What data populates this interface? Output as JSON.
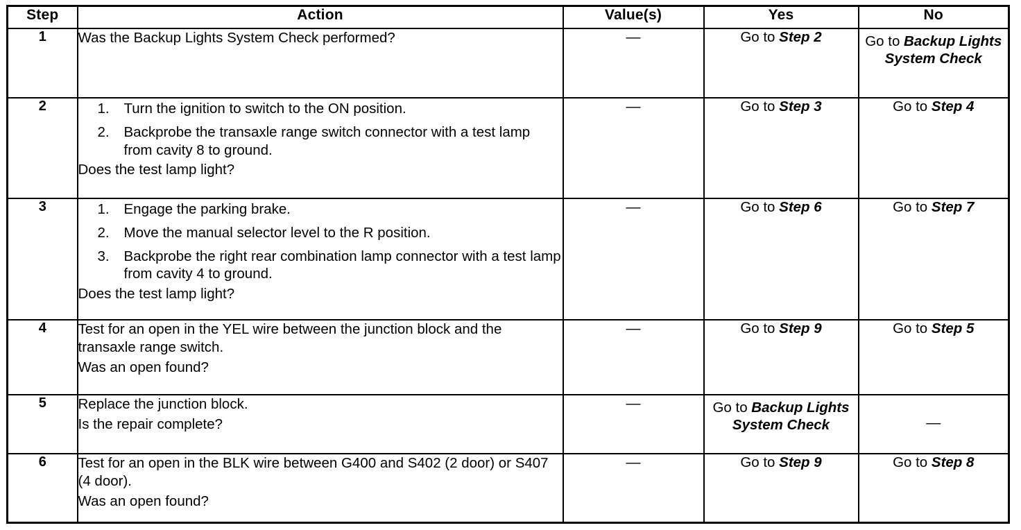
{
  "table": {
    "headers": {
      "step": "Step",
      "action": "Action",
      "value": "Value(s)",
      "yes": "Yes",
      "no": "No"
    },
    "goto_label": "Go to",
    "dash": "—",
    "rows": [
      {
        "step": "1",
        "lead": "Was the Backup Lights System Check performed?",
        "items": [],
        "tail": "",
        "value": "—",
        "yes_prefix": "Go to ",
        "yes_dest": "Step 2",
        "no_prefix": "Go to ",
        "no_dest": "Backup Lights System Check"
      },
      {
        "step": "2",
        "lead": "",
        "items": [
          {
            "num": "1.",
            "text": "Turn the ignition to switch to the ON position."
          },
          {
            "num": "2.",
            "text": "Backprobe the transaxle range switch connector with a test lamp from cavity 8 to ground."
          }
        ],
        "tail": "Does the test lamp light?",
        "value": "—",
        "yes_prefix": "Go to ",
        "yes_dest": "Step 3",
        "no_prefix": "Go to ",
        "no_dest": "Step 4"
      },
      {
        "step": "3",
        "lead": "",
        "items": [
          {
            "num": "1.",
            "text": "Engage the parking brake."
          },
          {
            "num": "2.",
            "text": "Move the manual selector level to the R position."
          },
          {
            "num": "3.",
            "text": "Backprobe the right rear combination lamp connector with a test lamp from cavity 4 to ground."
          }
        ],
        "tail": "Does the test lamp light?",
        "value": "—",
        "yes_prefix": "Go to ",
        "yes_dest": "Step 6",
        "no_prefix": "Go to ",
        "no_dest": "Step 7"
      },
      {
        "step": "4",
        "lead": "Test for an open in the YEL wire between the junction block and the transaxle range switch.",
        "items": [],
        "tail": "Was an open found?",
        "value": "—",
        "yes_prefix": "Go to ",
        "yes_dest": "Step 9",
        "no_prefix": "Go to ",
        "no_dest": "Step 5"
      },
      {
        "step": "5",
        "lead": "Replace the junction block.",
        "items": [],
        "tail": "Is the repair complete?",
        "value": "—",
        "yes_prefix": "Go to ",
        "yes_dest": "Backup Lights System Check",
        "no_prefix": "",
        "no_dest": "—"
      },
      {
        "step": "6",
        "lead": "Test for an open in the BLK wire between G400 and S402 (2 door) or S407 (4 door).",
        "items": [],
        "tail": "Was an open found?",
        "value": "—",
        "yes_prefix": "Go to ",
        "yes_dest": "Step 9",
        "no_prefix": "Go to ",
        "no_dest": "Step 8"
      }
    ]
  }
}
